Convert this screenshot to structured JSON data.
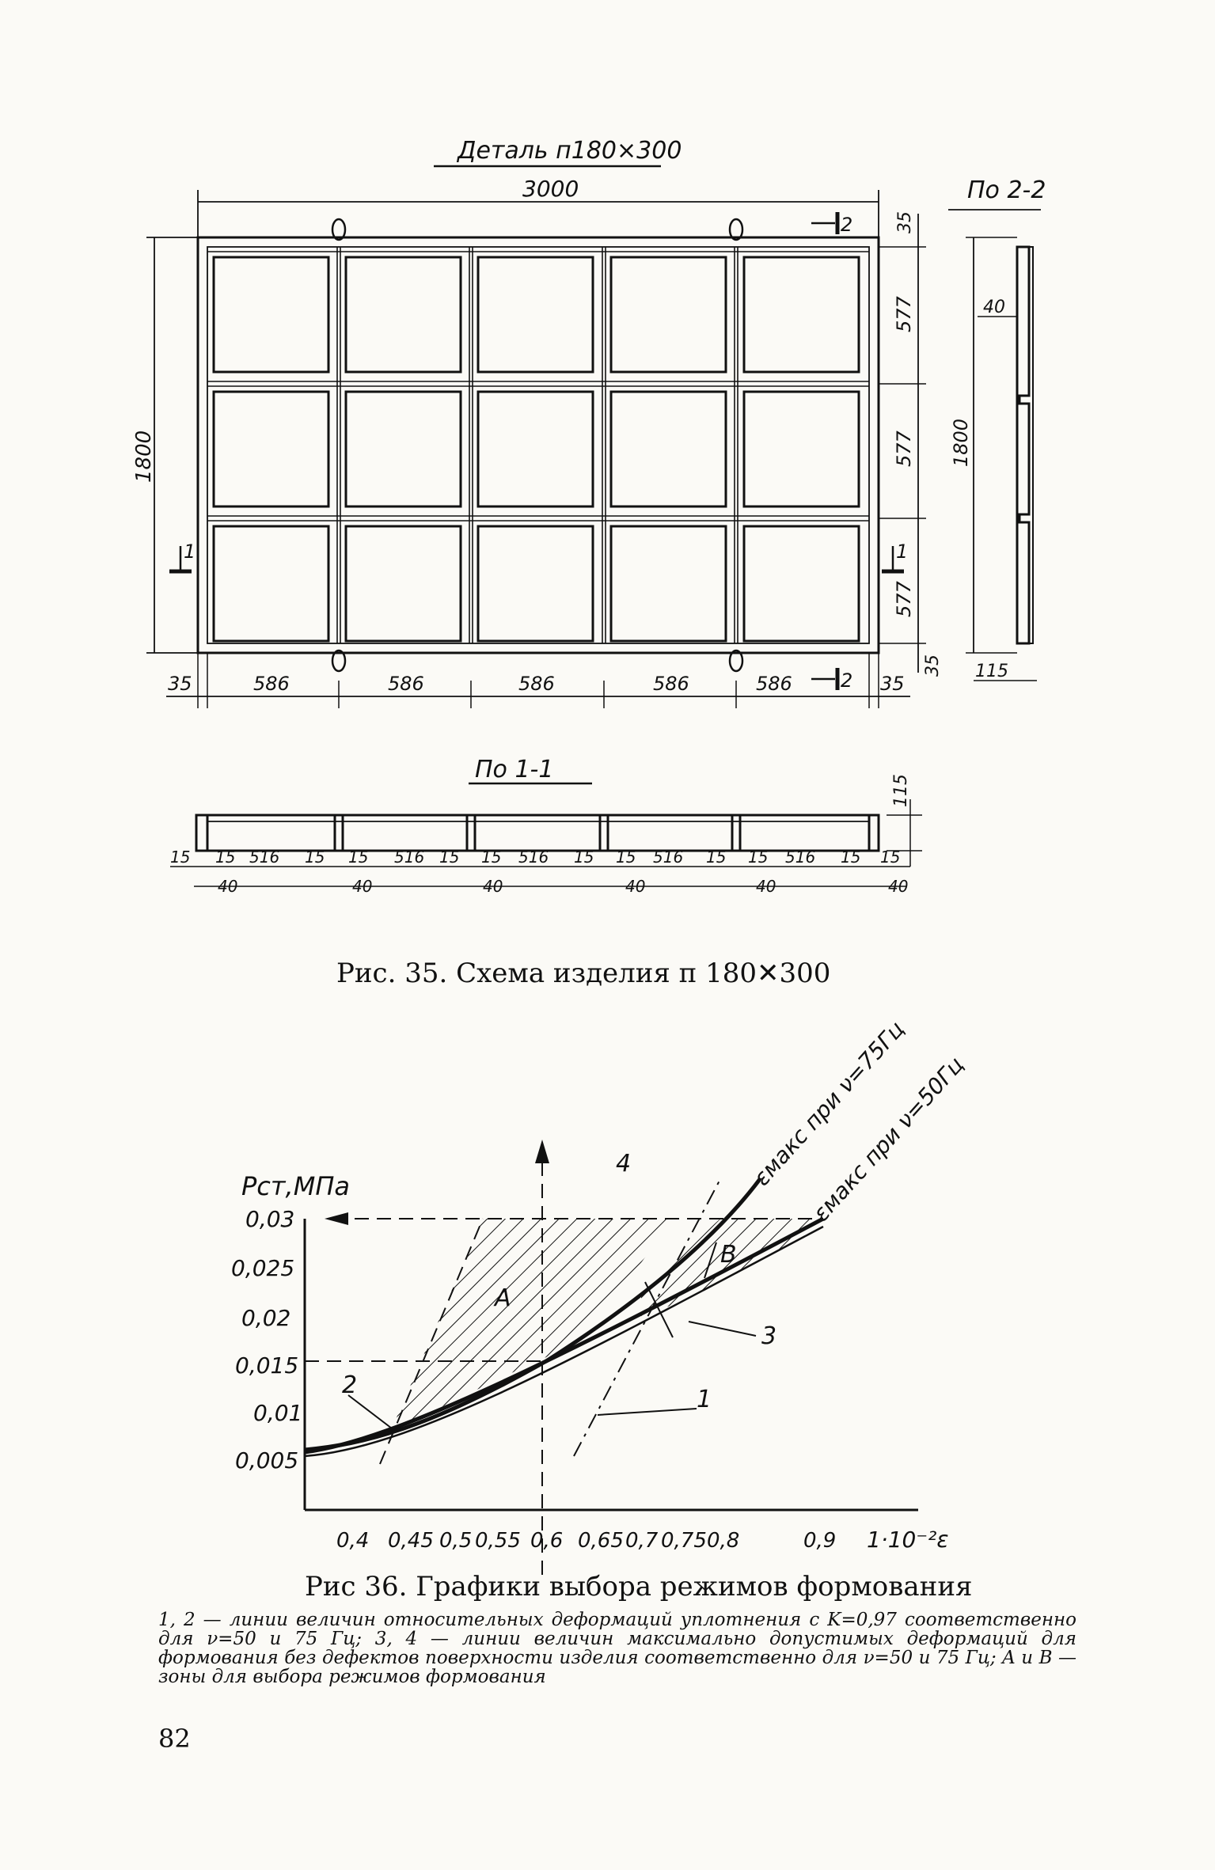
{
  "fig35": {
    "detail_title": "Деталь п180×300",
    "dim_overall_width": "3000",
    "dim_overall_height": "1800",
    "section_2_2_title": "По 2-2",
    "section_1_1_title": "По 1-1",
    "cut_label_2": "2",
    "cut_label_1": "1",
    "right_dims": [
      "35",
      "577",
      "577",
      "577",
      "35"
    ],
    "bottom_dims": [
      "35",
      "586",
      "586",
      "586",
      "586",
      "586",
      "35"
    ],
    "side_dims": {
      "width_40": "40",
      "height": "1800",
      "thickness": "115"
    },
    "section_dims": {
      "height": "115",
      "rib": "15",
      "cell": "516",
      "flange": "40"
    },
    "caption": "Рис. 35. Схема изделия п 180✕300"
  },
  "fig36": {
    "ylabel": "Рст,МПа",
    "xlabel": "1·10⁻²ε",
    "y_ticks": [
      "0,03",
      "0,025",
      "0,02",
      "0,015",
      "0,01",
      "0,005"
    ],
    "x_ticks": [
      "0,4",
      "0,45",
      "0,5",
      "0,55",
      "0,6",
      "0,65",
      "0,7",
      "0,75",
      "0,8",
      "0,9"
    ],
    "curve_labels": [
      "1",
      "2",
      "3",
      "4"
    ],
    "zone_labels": [
      "A",
      "B"
    ],
    "annot_75": "εмакс при ν=75Гц",
    "annot_50": "εмакс при ν=50Гц",
    "caption": "Рис 36. Графики выбора режимов формования",
    "legend": "1, 2 — линии величин относительных деформаций уплотнения с K=0,97 соответственно для ν=50 и 75 Гц; 3, 4 — линии величин максимально допустимых деформаций для формования без дефектов поверхности изделия соответственно для ν=50 и 75 Гц; A и B — зоны для выбора режимов формования"
  },
  "page_number": "82"
}
